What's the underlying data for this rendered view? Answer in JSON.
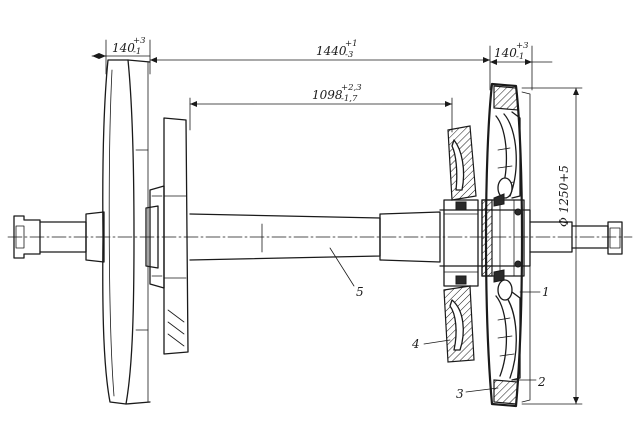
{
  "dimensions": {
    "left_wheel_width": {
      "nominal": "140",
      "upper": "+3",
      "lower": "-1"
    },
    "wheel_spacing": {
      "nominal": "1440",
      "upper": "+1",
      "lower": "-3"
    },
    "right_wheel_width": {
      "nominal": "140",
      "upper": "+3",
      "lower": "-1"
    },
    "inner_span": {
      "nominal": "1098",
      "upper": "+2,3",
      "lower": "-1,7"
    },
    "wheel_diameter": {
      "text": "Φ 1250+5"
    }
  },
  "part_labels": {
    "p1": "1",
    "p2": "2",
    "p3": "3",
    "p4": "4",
    "p5": "5"
  }
}
